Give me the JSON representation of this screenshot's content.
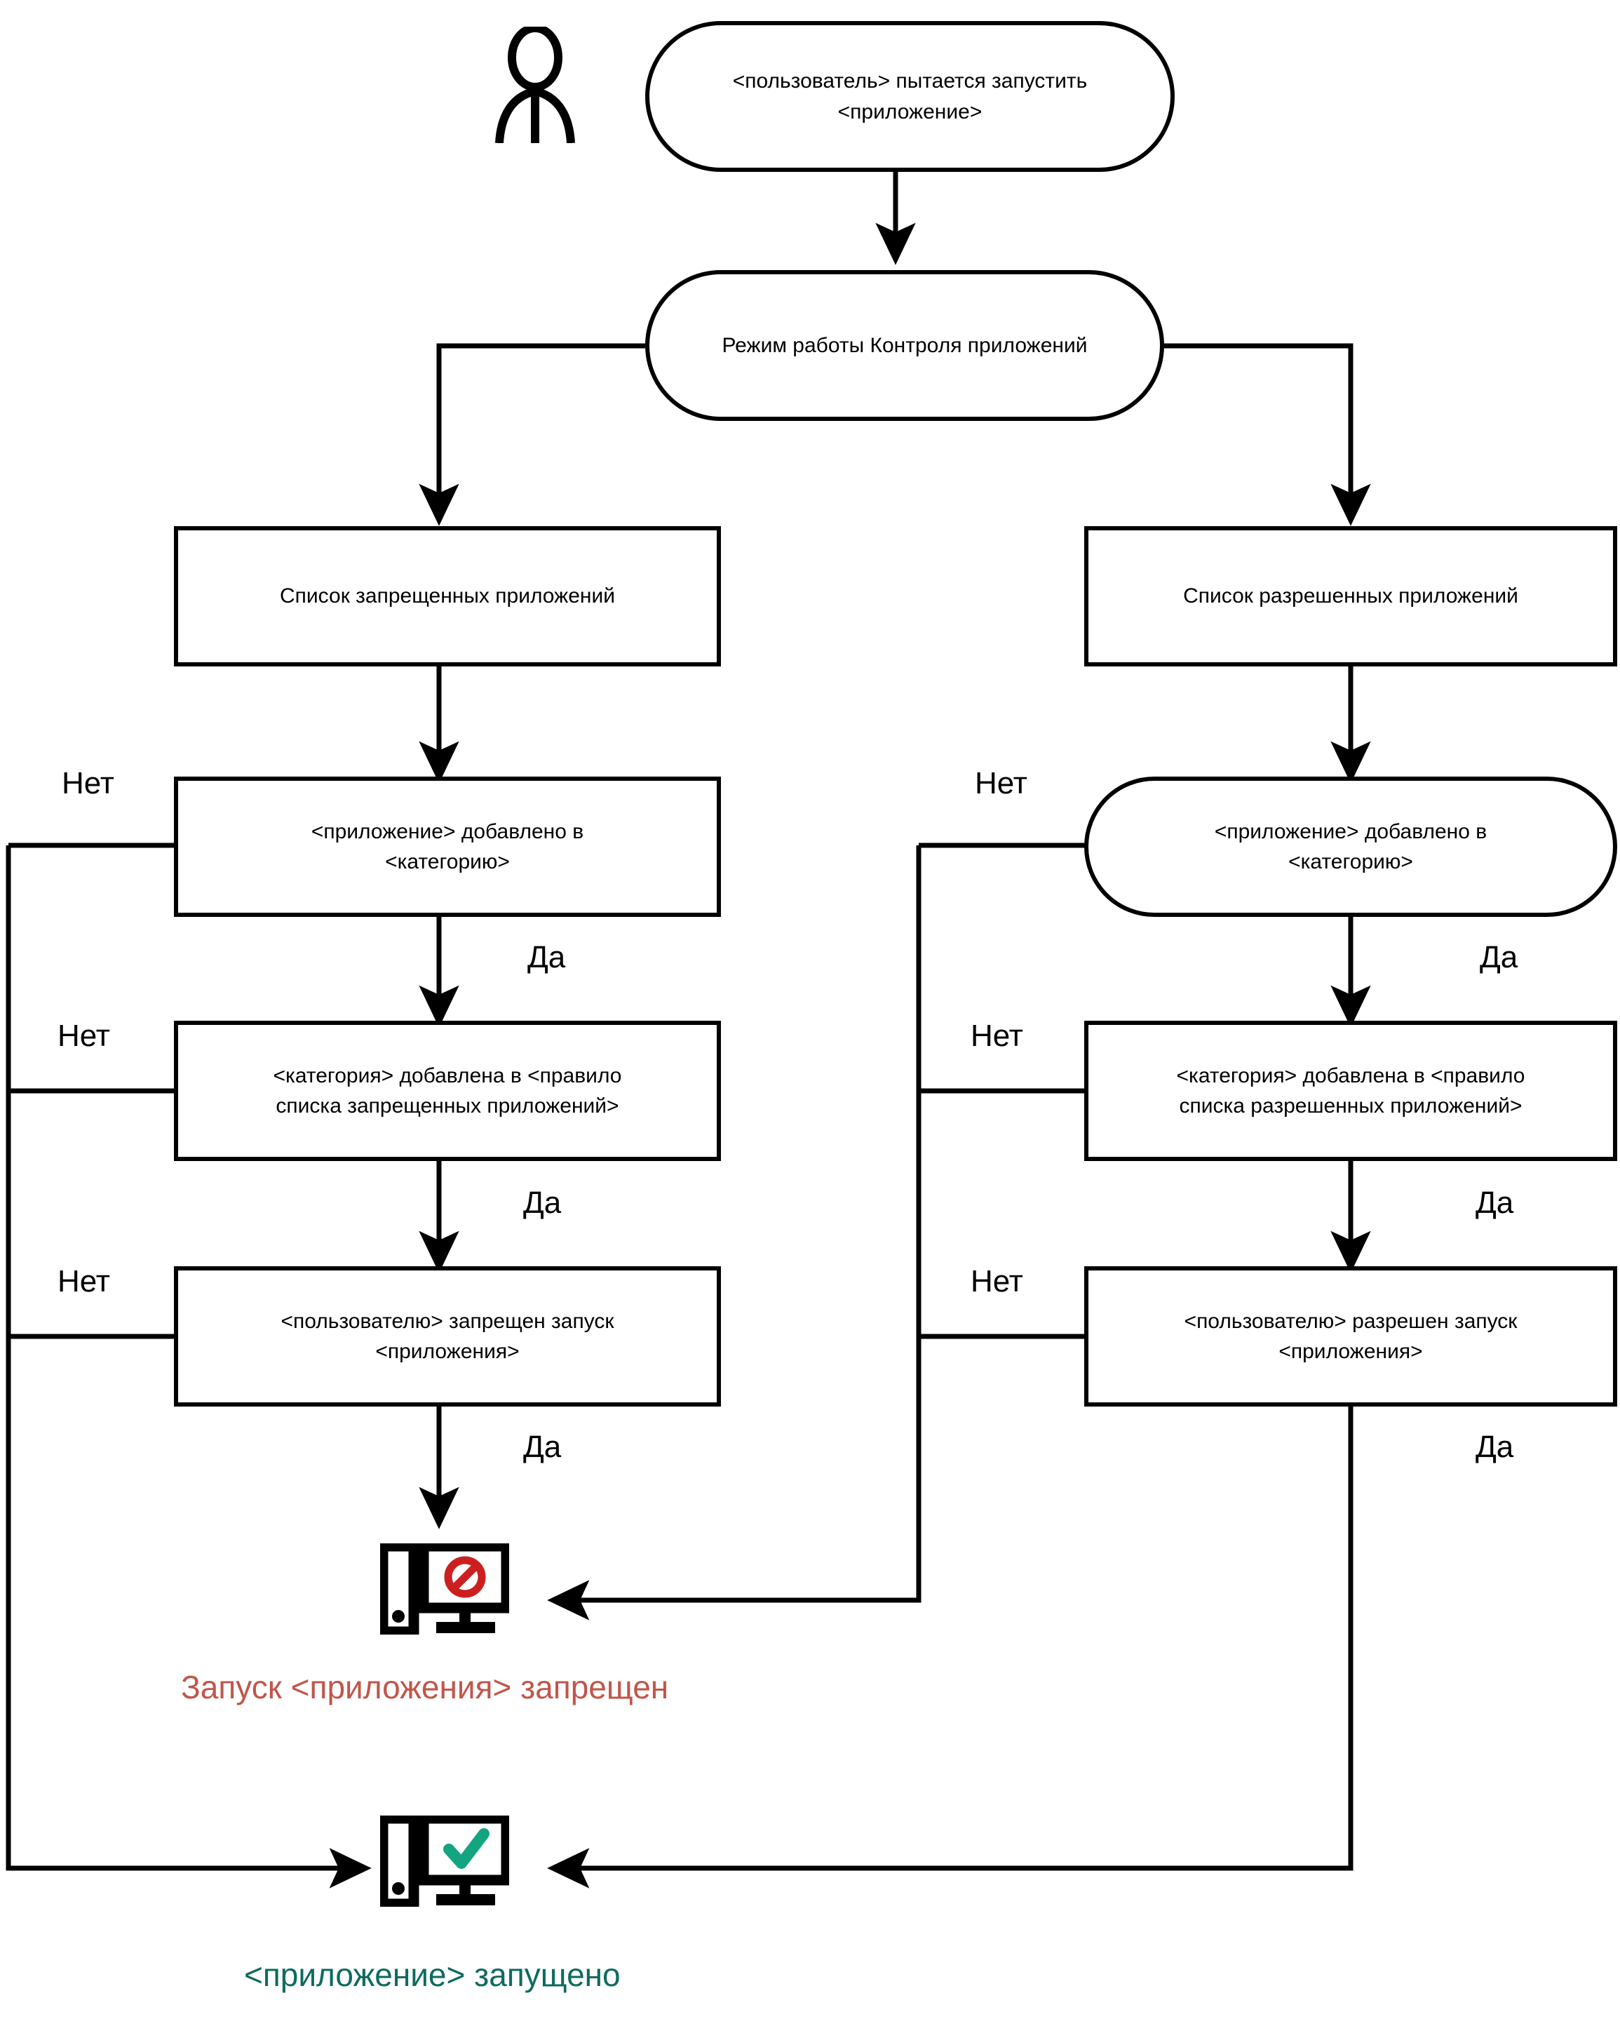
{
  "diagram": {
    "title": "Application Control operation flow",
    "colors": {
      "line": "#000000",
      "denied_text": "#c0564a",
      "denied_icon": "#cc1f1f",
      "allowed_text": "#0e6b5e",
      "allowed_icon": "#12a57f",
      "node_fill": "#ffffff"
    },
    "actor": {
      "name": "user-actor",
      "label": ""
    },
    "nodes": {
      "start": "<пользователь> пытается запустить\n<приложение>",
      "mode": "Режим работы Контроля приложений",
      "denylist": "Список запрещенных приложений",
      "allowlist": "Список разрешенных приложений",
      "left_category": "<приложение> добавлено в\n<категорию>",
      "right_category": "<приложение> добавлено в\n<категорию>",
      "left_rule": "<категория> добавлена в <правило\nсписка запрещенных приложений>",
      "right_rule": "<категория> добавлена в <правило\nсписка разрешенных приложений>",
      "left_user": "<пользователю> запрещен запуск\n<приложения>",
      "right_user": "<пользователю> разрешен запуск\n<приложения>"
    },
    "edge_labels": {
      "no": "Нет",
      "yes": "Да"
    },
    "outcomes": {
      "denied": "Запуск <приложения> запрещен",
      "allowed": "<приложение> запущено"
    }
  }
}
